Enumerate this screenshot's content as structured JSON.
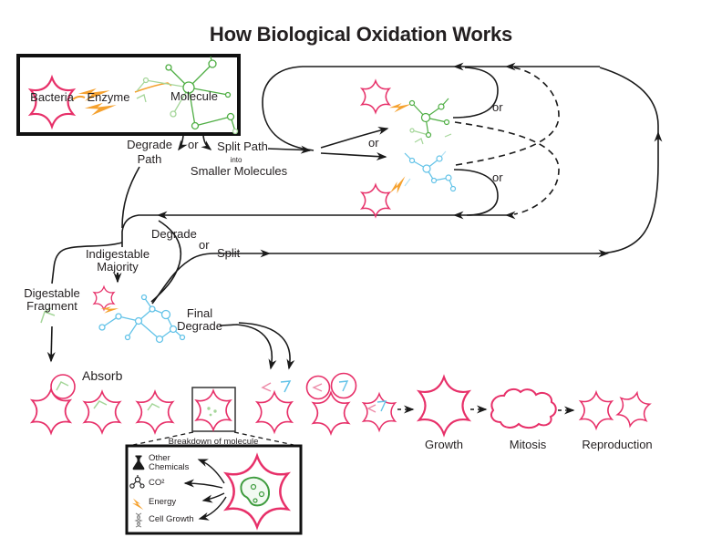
{
  "title": "How Biological Oxidation Works",
  "legend": {
    "bacteria": "Bacteria",
    "enzyme": "Enzyme",
    "molecule": "Molecule"
  },
  "flow": {
    "degrade_path": "Degrade\nPath",
    "or": "or",
    "split_path": "Split Path",
    "into": "into",
    "smaller_molecules": "Smaller Molecules",
    "degrade": "Degrade",
    "split": "Split",
    "indigestable_majority": "Indigestable\nMajority",
    "digestable_fragment": "Digestable\nFragment",
    "final_degrade": "Final\nDegrade",
    "absorb": "Absorb"
  },
  "stages": {
    "growth": "Growth",
    "mitosis": "Mitosis",
    "reproduction": "Reproduction"
  },
  "breakdown": {
    "title": "Breakdown of molecule",
    "items": [
      {
        "icon": "flask-icon",
        "label": "Other Chemicals"
      },
      {
        "icon": "co2-molecule-icon",
        "label": "CO²"
      },
      {
        "icon": "lightning-icon",
        "label": "Energy"
      },
      {
        "icon": "dna-icon",
        "label": "Cell Growth"
      }
    ]
  },
  "colors": {
    "bacteria_pink": "#E73069",
    "enzyme_orange": "#F5A12E",
    "molecule_green": "#4FAE44",
    "molecule_green_light": "#A5D69A",
    "molecule_blue": "#63C3E8",
    "line_black": "#1A1A1A"
  }
}
